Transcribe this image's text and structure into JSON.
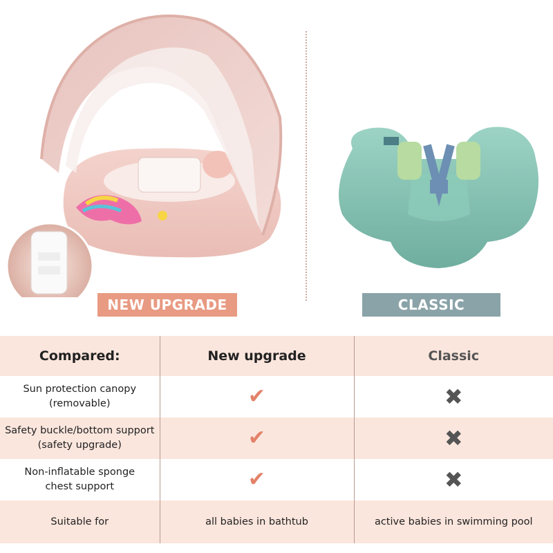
{
  "labels": {
    "new_upgrade": "NEW UPGRADE",
    "classic": "CLASSIC"
  },
  "colors": {
    "new_upgrade_badge": "#e89a82",
    "classic_badge": "#8aa3a8",
    "pink_row": "#fbe6dd",
    "check": "#e3826a",
    "cross": "#555555"
  },
  "table": {
    "headers": [
      "Compared:",
      "New upgrade",
      "Classic"
    ],
    "rows": [
      {
        "feature": [
          "Sun protection canopy",
          "(removable)"
        ],
        "new_icon": "check-icon",
        "classic_icon": "cross-icon"
      },
      {
        "feature": [
          "Safety buckle/bottom support",
          "(safety upgrade)"
        ],
        "new_icon": "check-icon",
        "classic_icon": "cross-icon"
      },
      {
        "feature": [
          "Non-inflatable sponge",
          "chest support"
        ],
        "new_icon": "check-icon",
        "classic_icon": "cross-icon"
      }
    ],
    "last_row": {
      "feature": "Suitable for",
      "new_upgrade": "all babies in bathtub",
      "classic": "active babies in swimming pool"
    },
    "check_glyph": "✔",
    "cross_glyph": "✖"
  }
}
